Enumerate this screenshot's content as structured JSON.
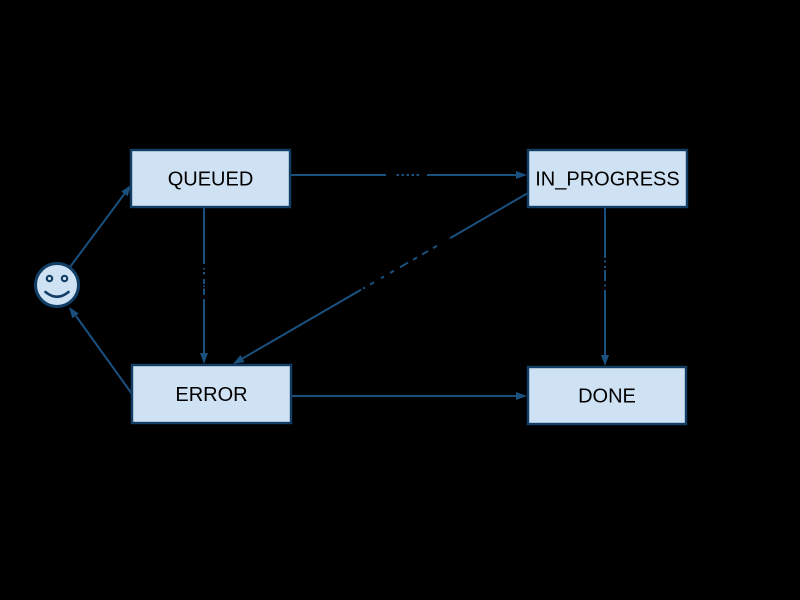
{
  "colors": {
    "background": "#000000",
    "node_fill": "#cfe2f3",
    "node_border": "#123e66",
    "edge": "#1a507e",
    "node_text": "#000000"
  },
  "diagram": {
    "type": "state-diagram",
    "background": "transparent-rendered-black",
    "nodes": {
      "start": {
        "kind": "smiley-face-marker",
        "label": ""
      },
      "queued": {
        "label": "QUEUED"
      },
      "in_progress": {
        "label": "IN_PROGRESS"
      },
      "error": {
        "label": "ERROR"
      },
      "done": {
        "label": "DONE"
      }
    },
    "edges": [
      {
        "from": "start-marker",
        "to": "QUEUED",
        "has_obscured_label": false
      },
      {
        "from": "QUEUED",
        "to": "IN_PROGRESS",
        "has_obscured_label": true
      },
      {
        "from": "QUEUED",
        "to": "ERROR",
        "has_obscured_label": true
      },
      {
        "from": "IN_PROGRESS",
        "to": "ERROR",
        "has_obscured_label": true
      },
      {
        "from": "IN_PROGRESS",
        "to": "DONE",
        "has_obscured_label": true
      },
      {
        "from": "ERROR",
        "to": "DONE",
        "has_obscured_label": false
      },
      {
        "from": "ERROR",
        "to": "start-marker",
        "has_obscured_label": false
      }
    ]
  }
}
